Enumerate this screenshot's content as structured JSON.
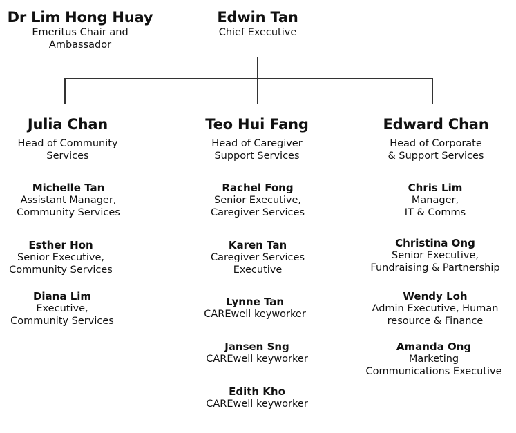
{
  "top": [
    {
      "name": "Dr Lim Hong Huay",
      "title": [
        "Emeritus Chair and",
        "Ambassador"
      ]
    },
    {
      "name": "Edwin Tan",
      "title": [
        "Chief Executive"
      ]
    }
  ],
  "columns": [
    {
      "head": {
        "name": "Julia Chan",
        "title": [
          "Head of Community",
          "Services"
        ]
      },
      "staff": [
        {
          "name": "Michelle Tan",
          "title": [
            "Assistant Manager,",
            "Community Services"
          ]
        },
        {
          "name": "Esther Hon",
          "title": [
            "Senior Executive,",
            "Community Services"
          ]
        },
        {
          "name": "Diana Lim",
          "title": [
            "Executive,",
            "Community Services"
          ]
        }
      ]
    },
    {
      "head": {
        "name": "Teo Hui Fang",
        "title": [
          "Head of Caregiver",
          "Support Services"
        ]
      },
      "staff": [
        {
          "name": "Rachel Fong",
          "title": [
            "Senior Executive,",
            "Caregiver Services"
          ]
        },
        {
          "name": "Karen Tan",
          "title": [
            "Caregiver Services",
            "Executive"
          ]
        },
        {
          "name": "Lynne Tan",
          "title": [
            "CAREwell keyworker"
          ]
        },
        {
          "name": "Jansen Sng",
          "title": [
            "CAREwell keyworker"
          ]
        },
        {
          "name": "Edith Kho",
          "title": [
            "CAREwell keyworker"
          ]
        }
      ]
    },
    {
      "head": {
        "name": "Edward Chan",
        "title": [
          "Head of Corporate",
          "& Support Services"
        ]
      },
      "staff": [
        {
          "name": "Chris Lim",
          "title": [
            "Manager,",
            "IT & Comms"
          ]
        },
        {
          "name": "Christina Ong",
          "title": [
            "Senior Executive,",
            "Fundraising & Partnership"
          ]
        },
        {
          "name": "Wendy Loh",
          "title": [
            "Admin Executive, Human",
            "resource & Finance"
          ]
        },
        {
          "name": "Amanda Ong",
          "title": [
            "Marketing",
            "Communications Executive"
          ]
        }
      ]
    }
  ]
}
